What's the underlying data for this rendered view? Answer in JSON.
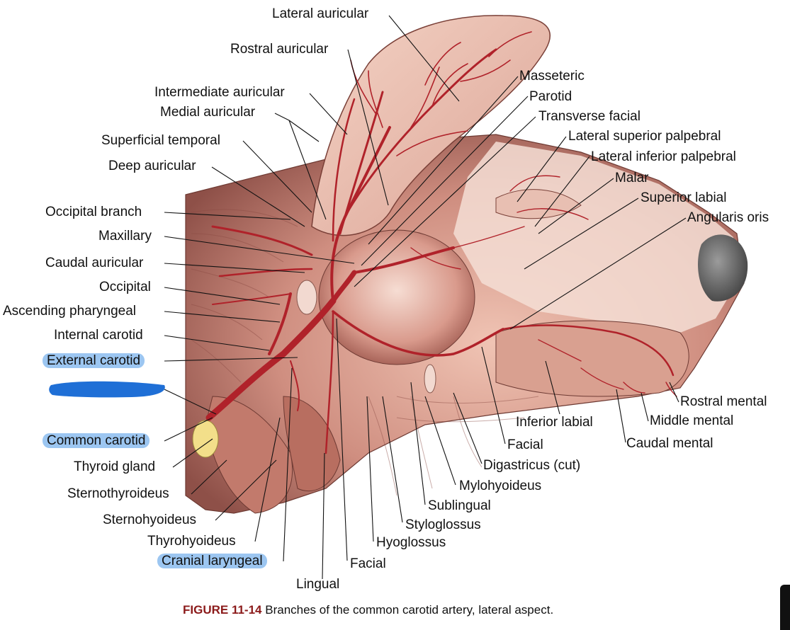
{
  "figure": {
    "number": "FIGURE 11-14",
    "caption": "Branches of the common carotid artery, lateral aspect."
  },
  "labels": {
    "lateral_auricular": "Lateral auricular",
    "rostral_auricular": "Rostral auricular",
    "masseteric": "Masseteric",
    "intermediate_auricular": "Intermediate auricular",
    "parotid": "Parotid",
    "medial_auricular": "Medial auricular",
    "transverse_facial": "Transverse facial",
    "lateral_superior_palpebral": "Lateral superior palpebral",
    "superficial_temporal": "Superficial temporal",
    "lateral_inferior_palpebral": "Lateral inferior palpebral",
    "deep_auricular": "Deep auricular",
    "malar": "Malar",
    "superior_labial": "Superior labial",
    "occipital_branch": "Occipital branch",
    "angularis_oris": "Angularis oris",
    "maxillary": "Maxillary",
    "caudal_auricular": "Caudal auricular",
    "occipital": "Occipital",
    "ascending_pharyngeal": "Ascending pharyngeal",
    "internal_carotid": "Internal carotid",
    "external_carotid": "External carotid",
    "common_carotid": "Common carotid",
    "thyroid_gland": "Thyroid gland",
    "sternothyroideus": "Sternothyroideus",
    "sternohyoideus": "Sternohyoideus",
    "thyrohyoideus": "Thyrohyoideus",
    "cranial_laryngeal": "Cranial laryngeal",
    "lingual": "Lingual",
    "facial_lower": "Facial",
    "hyoglossus": "Hyoglossus",
    "styloglossus": "Styloglossus",
    "sublingual": "Sublingual",
    "mylohyoideus": "Mylohyoideus",
    "digastricus": "Digastricus (cut)",
    "facial": "Facial",
    "inferior_labial": "Inferior labial",
    "caudal_mental": "Caudal mental",
    "middle_mental": "Middle mental",
    "rostral_mental": "Rostral mental"
  },
  "highlight_color": "#9cc6f1",
  "redaction_color": "#1f6fd6"
}
